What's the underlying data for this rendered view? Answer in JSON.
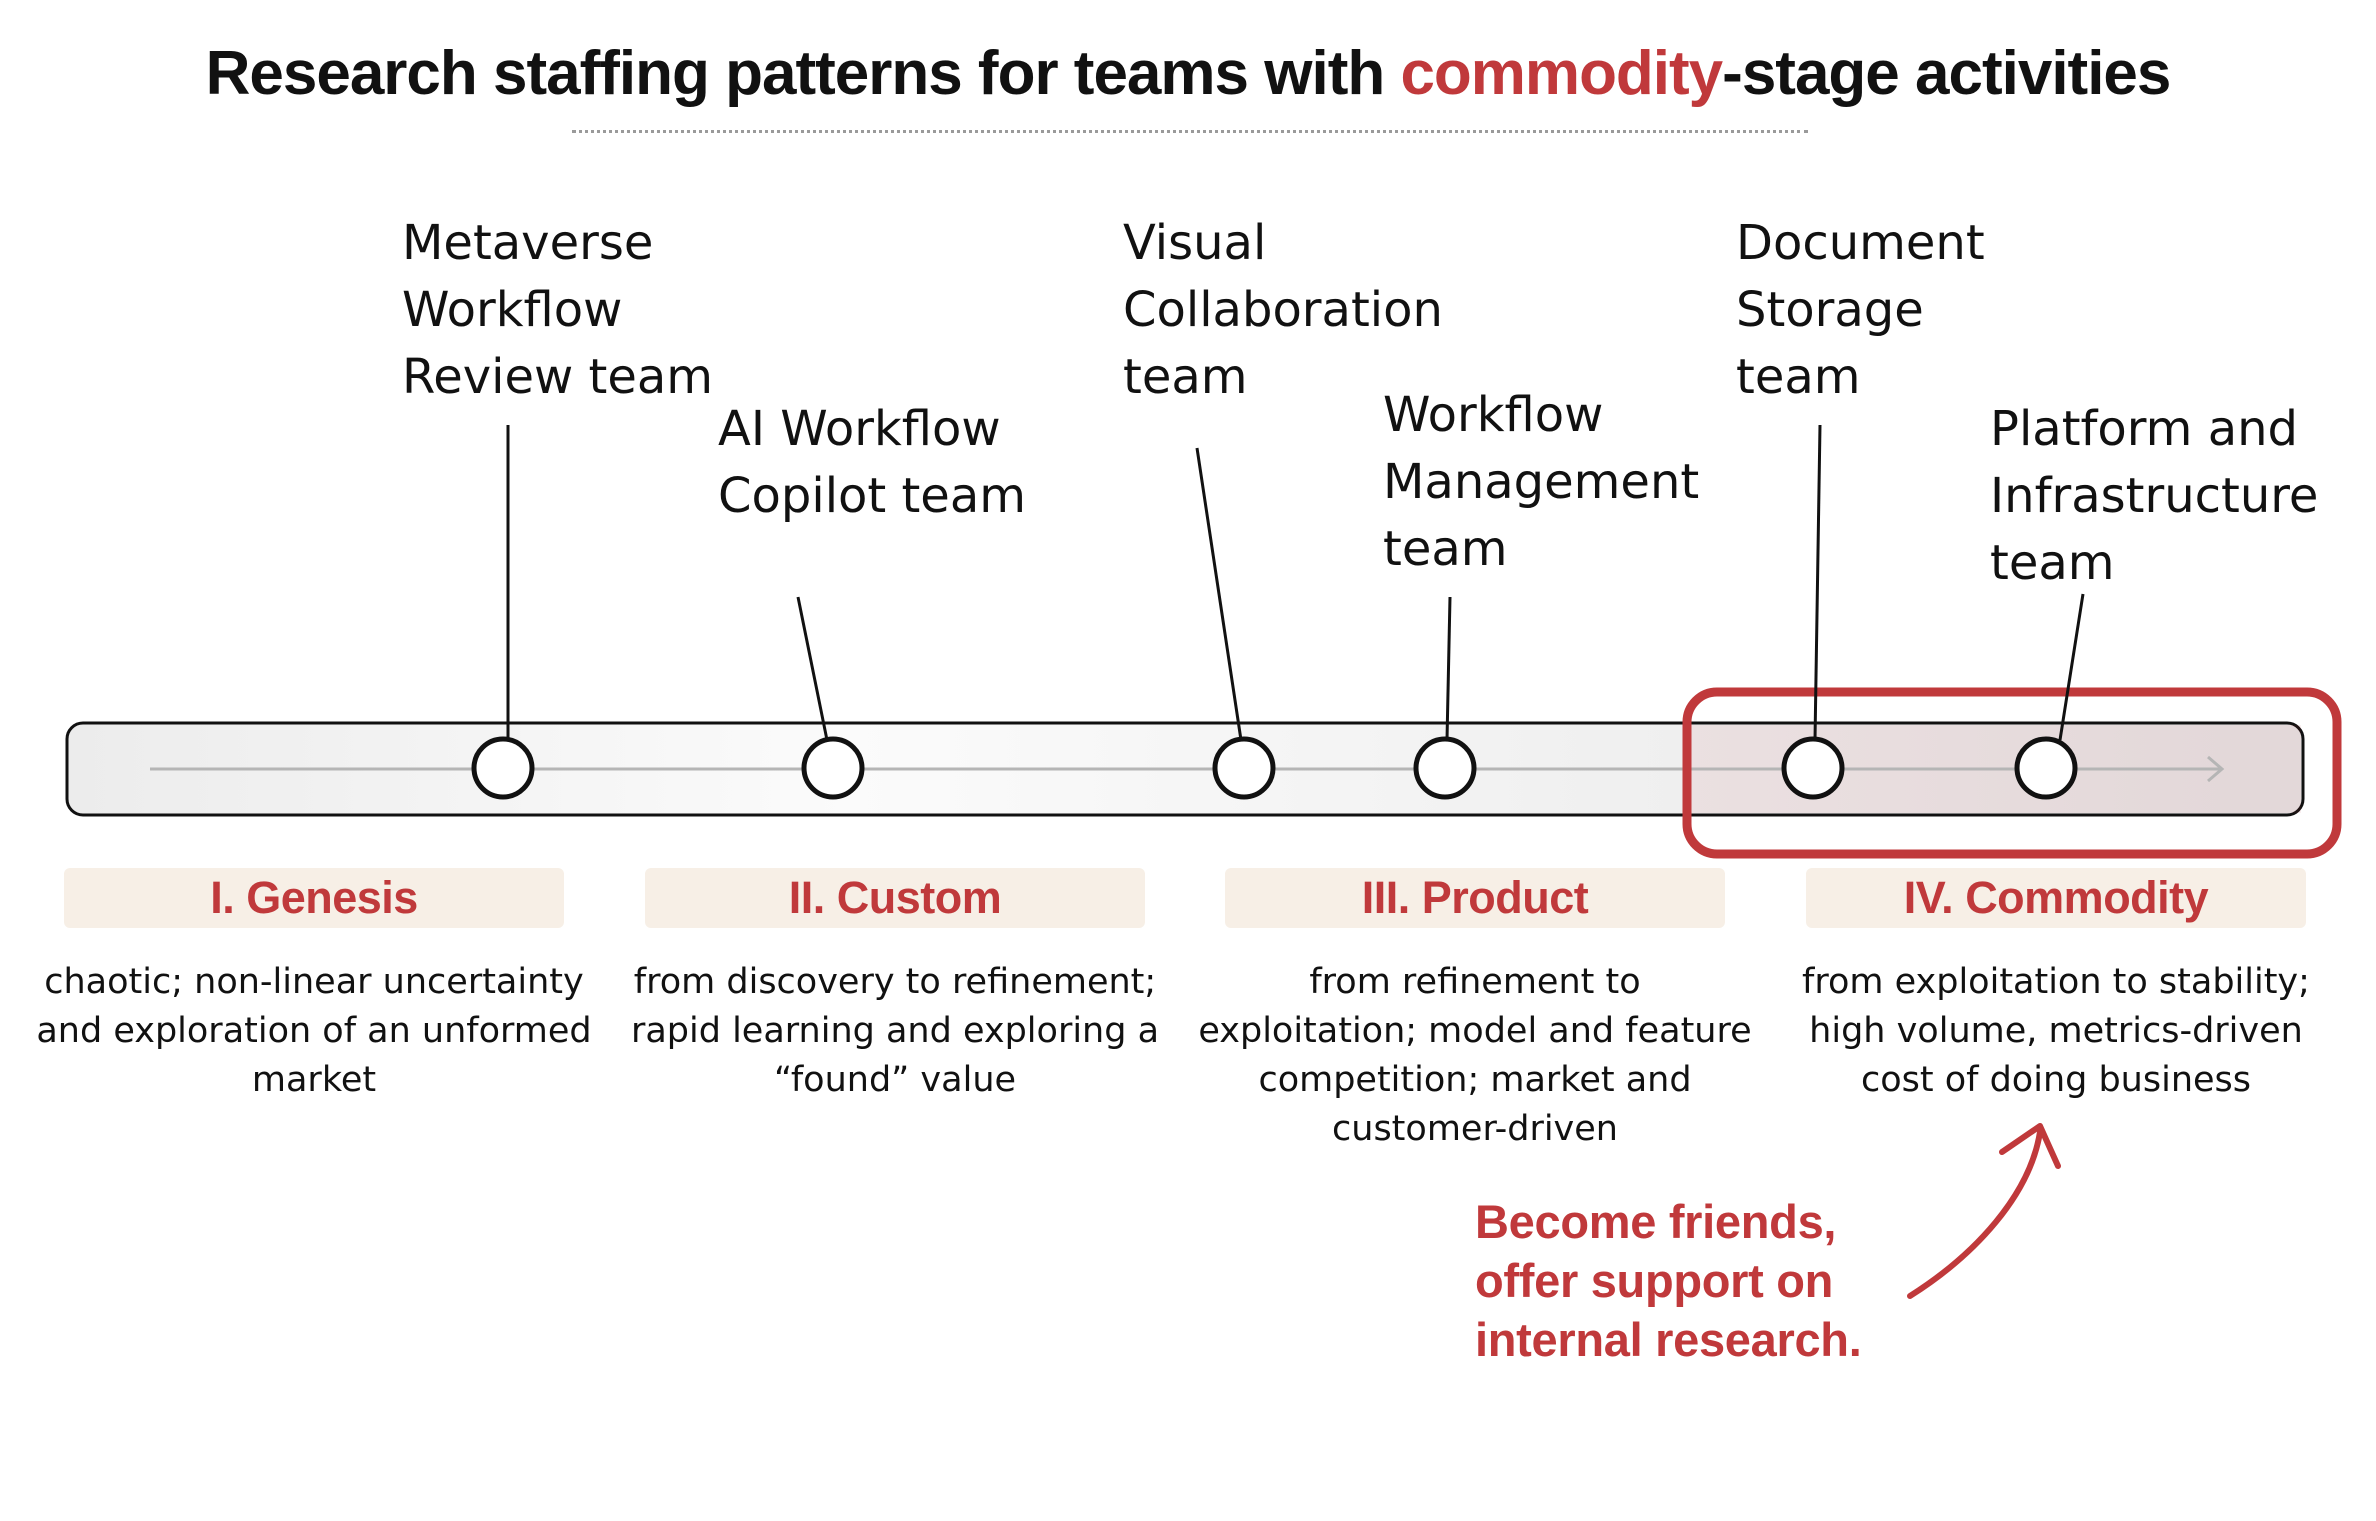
{
  "title": {
    "prefix": "Research staffing patterns for teams with ",
    "highlight": "commodity",
    "suffix": "-stage activities"
  },
  "colors": {
    "accent": "#c0393b",
    "stage_bg": "#f7efe6",
    "text": "#111111"
  },
  "teams": [
    {
      "label": "Metaverse\nWorkflow\nReview team"
    },
    {
      "label": "AI Workflow\nCopilot team"
    },
    {
      "label": "Visual\nCollaboration\nteam"
    },
    {
      "label": "Workflow\nManagement\nteam"
    },
    {
      "label": "Document\nStorage\nteam"
    },
    {
      "label": "Platform and\nInfrastructure\nteam"
    }
  ],
  "stages": [
    {
      "name": "I. Genesis",
      "description": "chaotic; non-linear uncertainty and exploration of an unformed market"
    },
    {
      "name": "II. Custom",
      "description": "from discovery to refinement; rapid learning and exploring a “found” value"
    },
    {
      "name": "III. Product",
      "description": "from refinement to exploitation; model and feature competition; market and customer-driven"
    },
    {
      "name": "IV. Commodity",
      "description": "from exploitation to stability; high volume, metrics-driven cost of doing business"
    }
  ],
  "callout": {
    "text": "Become friends,\noffer support on\ninternal research."
  }
}
